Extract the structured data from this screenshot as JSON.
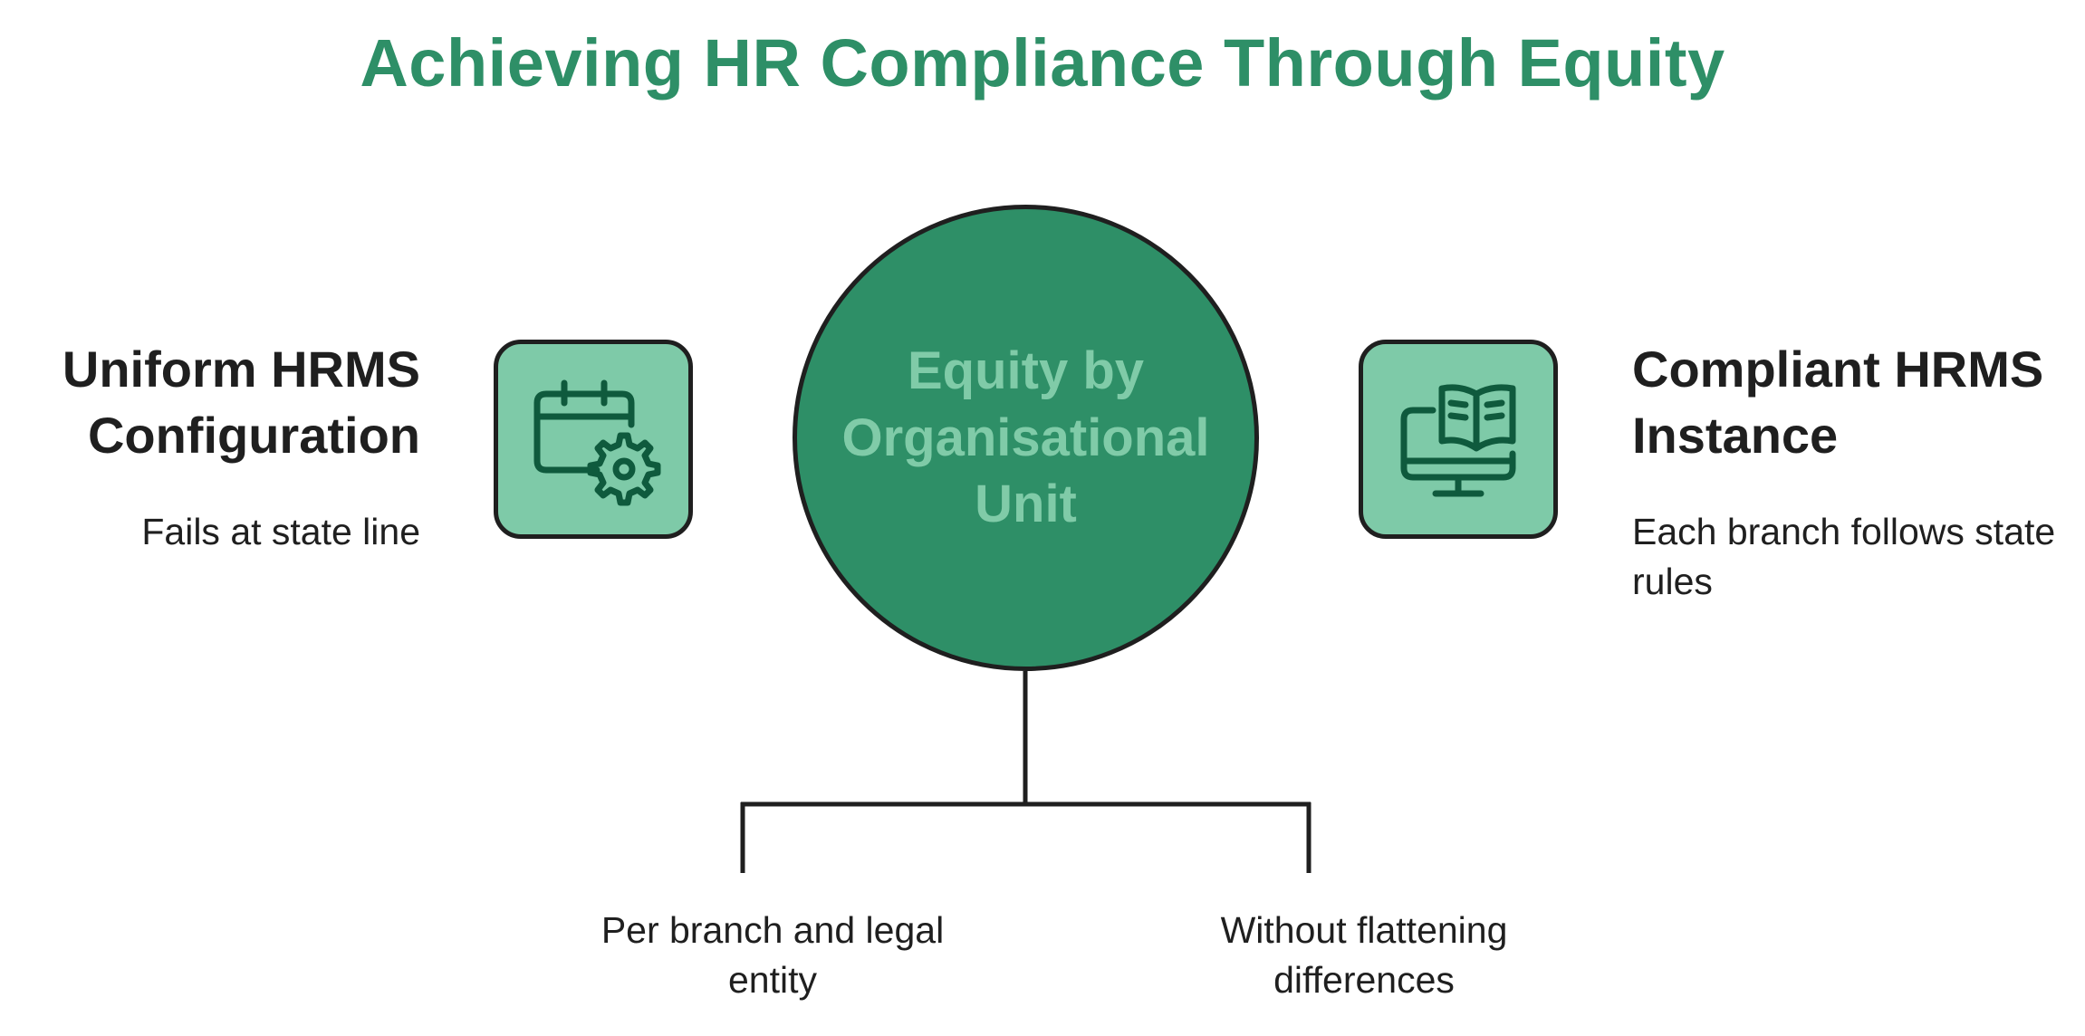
{
  "title": "Achieving HR Compliance Through Equity",
  "center": {
    "label": "Equity by Organisational Unit",
    "color": "#2e8f67",
    "label_color": "#80cba8"
  },
  "left": {
    "heading": "Uniform HRMS Configuration",
    "text": "Fails at state line",
    "icon": "calendar-gear-icon"
  },
  "right": {
    "heading": "Compliant HRMS Instance",
    "text": "Each branch follows state rules",
    "icon": "monitor-book-icon"
  },
  "branches": [
    {
      "label": "Per branch and legal entity"
    },
    {
      "label": "Without flattening differences"
    }
  ],
  "colors": {
    "title": "#2e8f67",
    "icon_box": "#7ecaa8",
    "outline": "#1f1f1f",
    "icon_stroke": "#0f5a3d"
  }
}
